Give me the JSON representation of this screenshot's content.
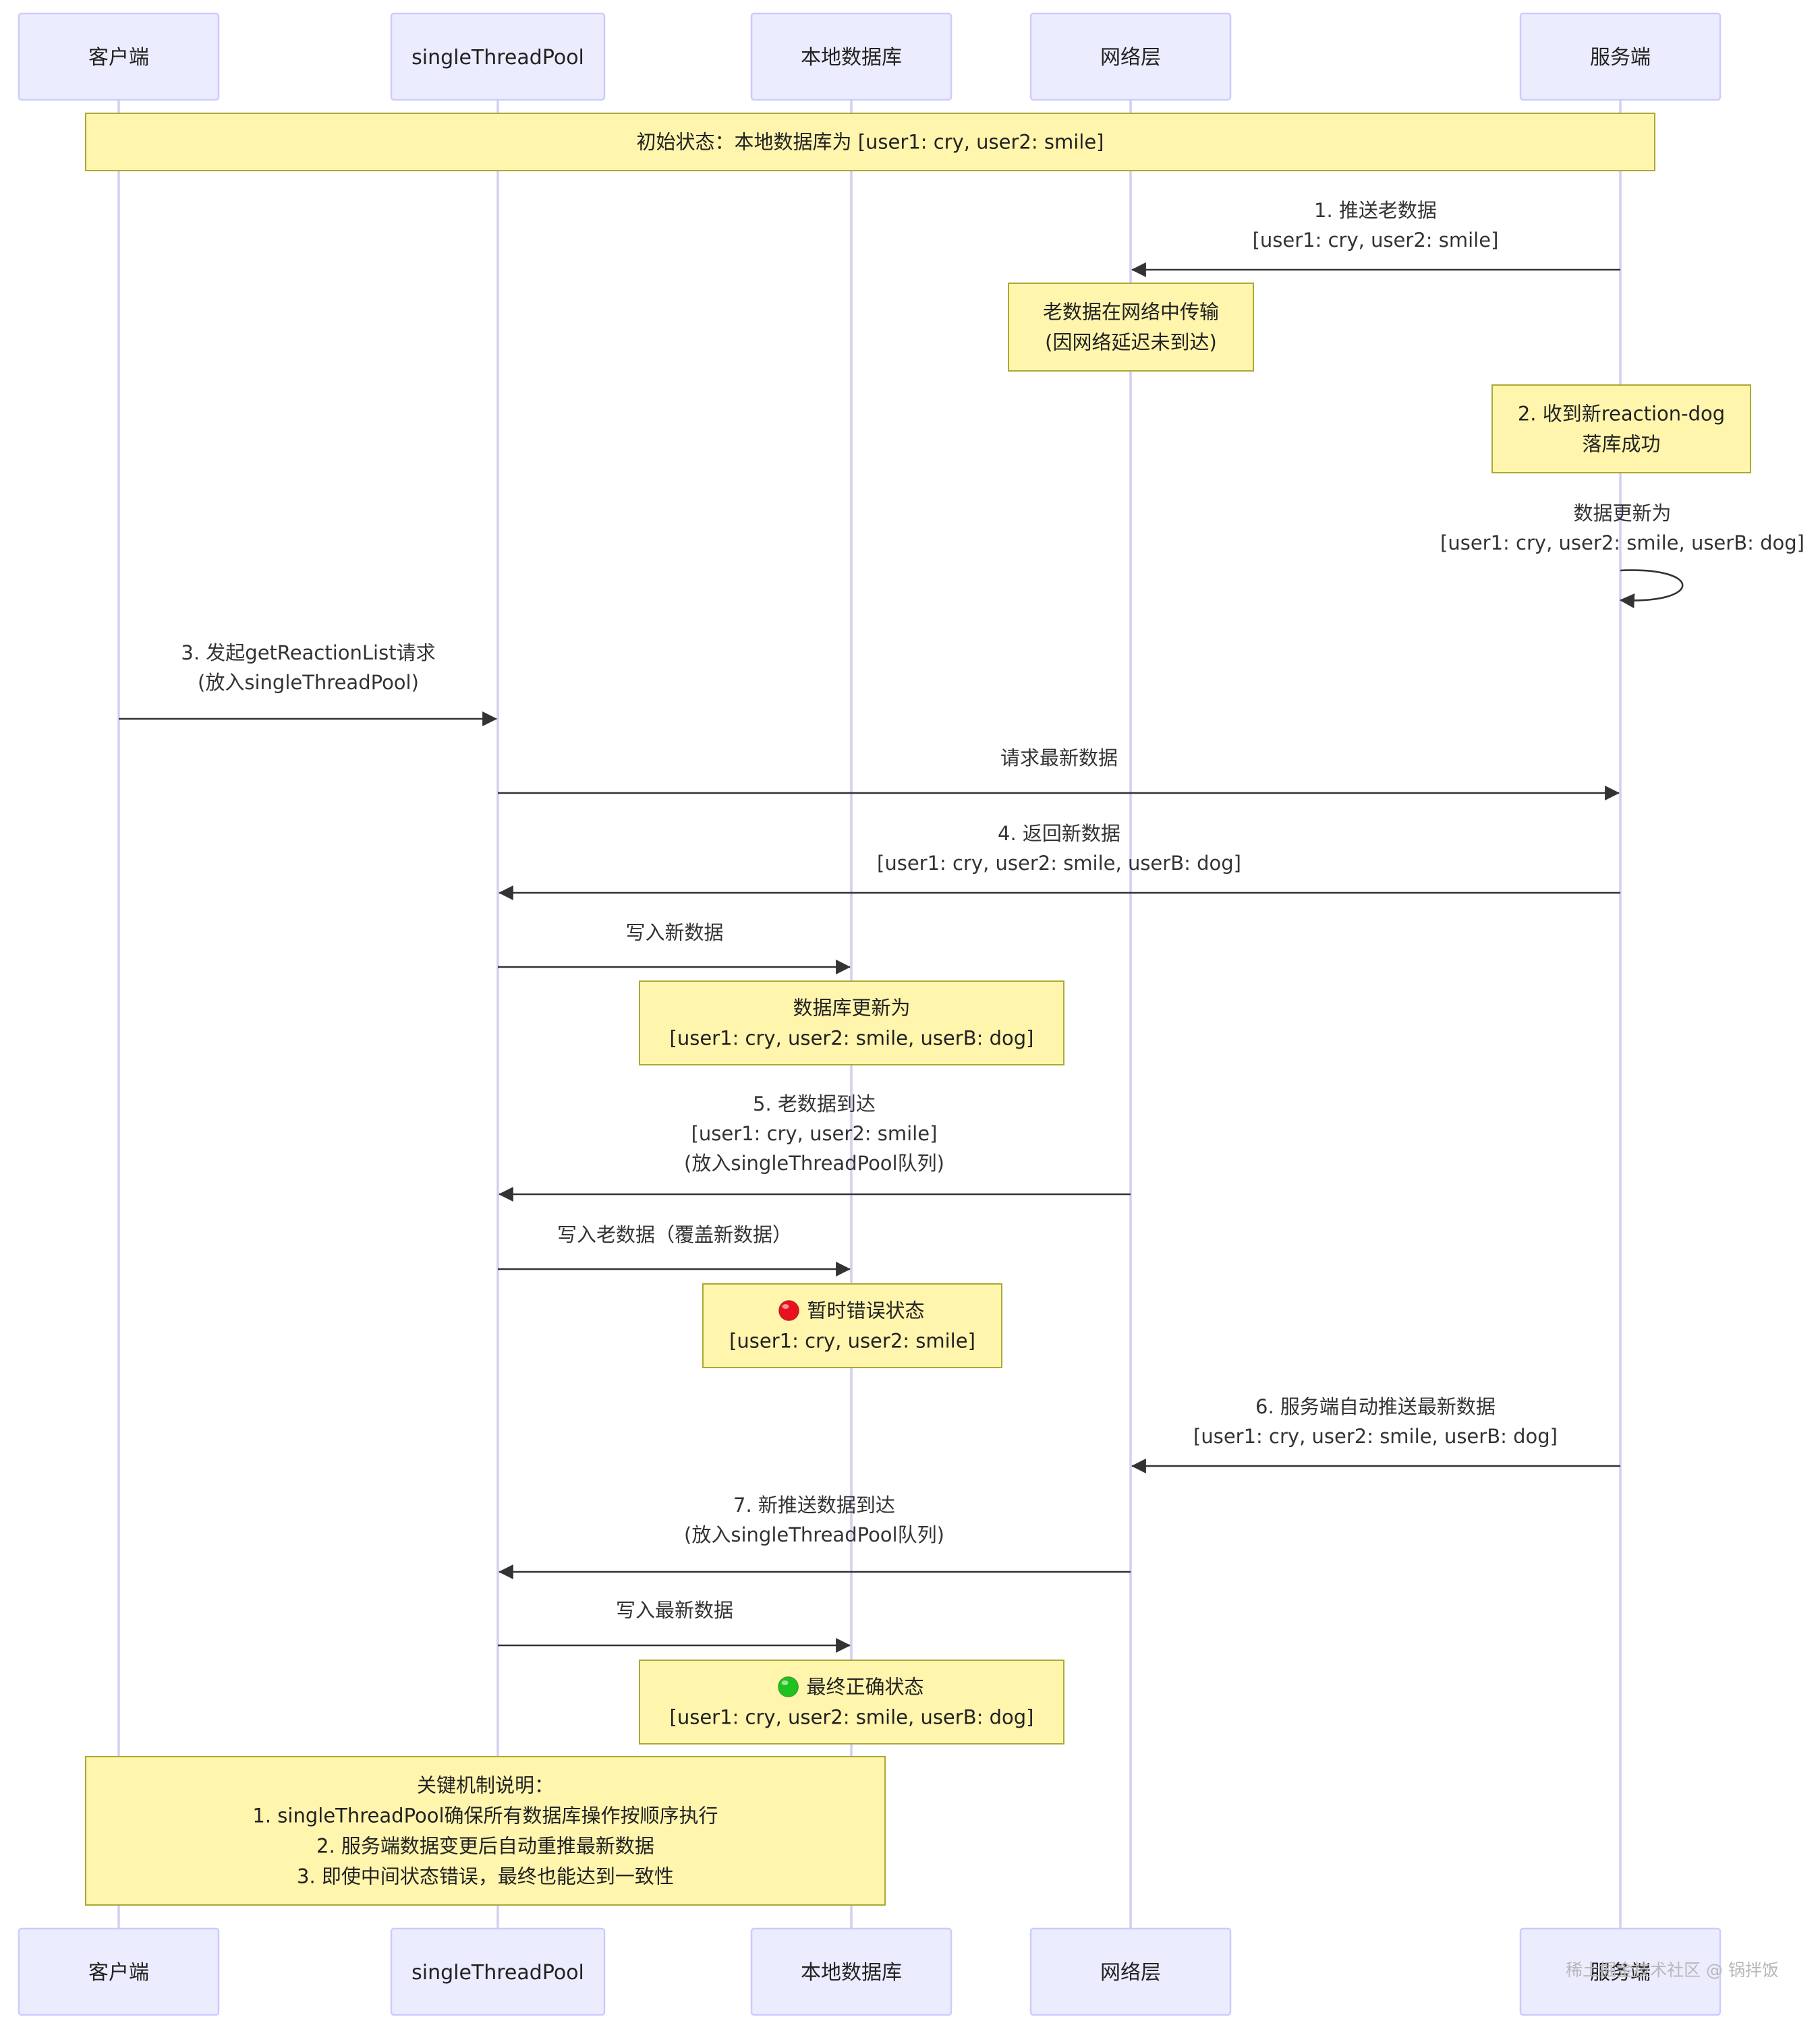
{
  "actors": [
    {
      "id": "client",
      "label": "客户端"
    },
    {
      "id": "pool",
      "label": "singleThreadPool"
    },
    {
      "id": "db",
      "label": "本地数据库"
    },
    {
      "id": "net",
      "label": "网络层"
    },
    {
      "id": "server",
      "label": "服务端"
    }
  ],
  "notes": [
    {
      "id": "initial-state",
      "lines": [
        "初始状态：本地数据库为 [user1: cry, user2: smile]"
      ]
    },
    {
      "id": "old-data-in-transit",
      "lines": [
        "老数据在网络中传输",
        "(因网络延迟未到达)"
      ]
    },
    {
      "id": "new-reaction-saved",
      "lines": [
        "2. 收到新reaction-dog",
        "落库成功"
      ]
    },
    {
      "id": "db-updated",
      "lines": [
        "数据库更新为",
        "[user1: cry, user2: smile, userB: dog]"
      ]
    },
    {
      "id": "temporary-error",
      "icon": "red-circle-icon",
      "lines": [
        "暂时错误状态",
        "[user1: cry, user2: smile]"
      ]
    },
    {
      "id": "final-correct",
      "icon": "green-circle-icon",
      "lines": [
        "最终正确状态",
        "[user1: cry, user2: smile, userB: dog]"
      ]
    },
    {
      "id": "key-mechanism",
      "lines": [
        "关键机制说明：",
        "1. singleThreadPool确保所有数据库操作按顺序执行",
        "2. 服务端数据变更后自动重推最新数据",
        "3. 即使中间状态错误，最终也能达到一致性"
      ]
    }
  ],
  "messages": [
    {
      "id": "push-old-data",
      "from": "server",
      "to": "net",
      "lines": [
        "1. 推送老数据",
        "[user1: cry, user2: smile]"
      ]
    },
    {
      "id": "server-self-update",
      "from": "server",
      "to": "server",
      "lines": [
        "数据更新为",
        "[user1: cry, user2: smile, userB: dog]"
      ]
    },
    {
      "id": "get-reaction-list",
      "from": "client",
      "to": "pool",
      "lines": [
        "3. 发起getReactionList请求",
        "(放入singleThreadPool)"
      ]
    },
    {
      "id": "request-latest",
      "from": "pool",
      "to": "server",
      "lines": [
        "请求最新数据"
      ]
    },
    {
      "id": "return-new-data",
      "from": "server",
      "to": "pool",
      "lines": [
        "4. 返回新数据",
        "[user1: cry, user2: smile, userB: dog]"
      ]
    },
    {
      "id": "write-new-data",
      "from": "pool",
      "to": "db",
      "lines": [
        "写入新数据"
      ]
    },
    {
      "id": "old-data-arrives",
      "from": "net",
      "to": "pool",
      "lines": [
        "5. 老数据到达",
        "[user1: cry, user2: smile]",
        "(放入singleThreadPool队列)"
      ]
    },
    {
      "id": "write-old-data",
      "from": "pool",
      "to": "db",
      "lines": [
        "写入老数据（覆盖新数据）"
      ]
    },
    {
      "id": "server-push-latest",
      "from": "server",
      "to": "net",
      "lines": [
        "6. 服务端自动推送最新数据",
        "[user1: cry, user2: smile, userB: dog]"
      ]
    },
    {
      "id": "new-push-arrives",
      "from": "net",
      "to": "pool",
      "lines": [
        "7. 新推送数据到达",
        "(放入singleThreadPool队列)"
      ]
    },
    {
      "id": "write-latest-data",
      "from": "pool",
      "to": "db",
      "lines": [
        "写入最新数据"
      ]
    }
  ],
  "colors": {
    "actor_fill": "#ECECFF",
    "actor_border": "#CCCCFF",
    "note_fill": "#FFF5AD",
    "note_border": "#AAAA33",
    "lifeline": "#D0D0F2",
    "arrow": "#333333",
    "icon_red": "#e8121e",
    "icon_green": "#1fc21f"
  },
  "watermark": "稀土掘金技术社区 @ 锅拌饭"
}
